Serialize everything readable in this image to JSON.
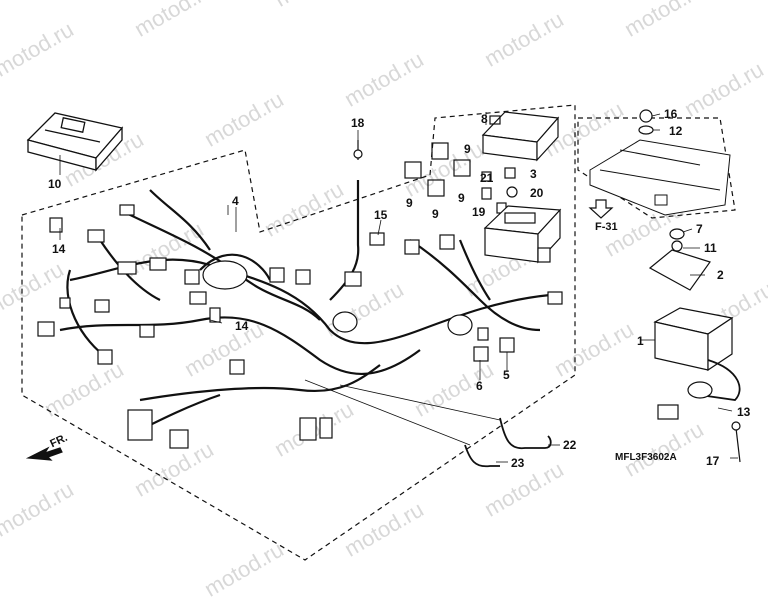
{
  "watermark_text": "motod.ru",
  "drawing_code": "MFL3F3602A",
  "section_ref": "F-31",
  "front_label": "FR.",
  "callouts": {
    "c1": "1",
    "c2": "2",
    "c3": "3",
    "c4": "4",
    "c5": "5",
    "c6": "6",
    "c7": "7",
    "c8": "8",
    "c9a": "9",
    "c9b": "9",
    "c9c": "9",
    "c9d": "9",
    "c10": "10",
    "c11": "11",
    "c12": "12",
    "c13": "13",
    "c14a": "14",
    "c14b": "14",
    "c15": "15",
    "c16": "16",
    "c17": "17",
    "c18": "18",
    "c19": "19",
    "c20": "20",
    "c21": "21",
    "c22": "22",
    "c23": "23"
  },
  "colors": {
    "line": "#111111",
    "watermark": "#b9b9b9"
  }
}
